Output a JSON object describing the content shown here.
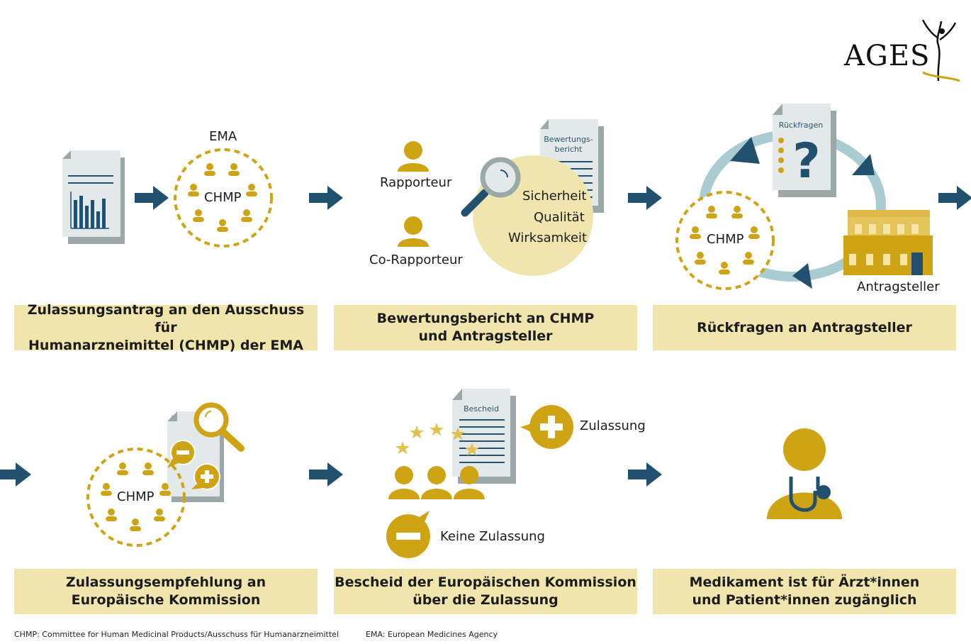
{
  "logo": {
    "text": "AGES"
  },
  "steps": [
    {
      "caption": "Zulassungsantrag an den Ausschuss für\nHumanarzneimittel (CHMP) der EMA",
      "labels": {
        "ema": "EMA",
        "chmp": "CHMP"
      }
    },
    {
      "caption": "Bewertungsbericht an CHMP\nund Antragsteller",
      "labels": {
        "rapporteur": "Rapporteur",
        "co_rapporteur": "Co-Rapporteur",
        "report_title": "Bewertungs-\nbericht",
        "criteria": [
          "Sicherheit",
          "Qualität",
          "Wirksamkeit"
        ]
      }
    },
    {
      "caption": "Rückfragen an Antragsteller",
      "labels": {
        "doc_title": "Rückfragen",
        "chmp": "CHMP",
        "applicant": "Antragsteller"
      }
    },
    {
      "caption": "Zulassungsempfehlung an\nEuropäische Kommission",
      "labels": {
        "chmp": "CHMP"
      }
    },
    {
      "caption": "Bescheid der Europäischen Kommission\nüber die Zulassung",
      "labels": {
        "doc_title": "Bescheid",
        "approval": "Zulassung",
        "no_approval": "Keine Zulassung"
      }
    },
    {
      "caption": "Medikament ist für Ärzt*innen\nund Patient*innen zugänglich",
      "labels": {}
    }
  ],
  "footnotes": {
    "chmp": "CHMP: Committee for Human Medicinal Products/Ausschuss für Humanarzneimittel",
    "ema": "EMA: European Medicines Agency"
  },
  "colors": {
    "gold": "#cfa414",
    "navy": "#22506f",
    "caption_bg": "#efe5ad",
    "doc_gray": "#9aa9a8",
    "doc_light": "#e3e9e8",
    "cycle": "#a8ccd2",
    "highlight_circle": "#efe5ad"
  },
  "icons": [
    "document-chart-icon",
    "arrow-right-icon",
    "committee-circle-icon",
    "person-icon",
    "magnifier-icon",
    "report-document-icon",
    "question-document-icon",
    "building-icon",
    "cycle-arrows-icon",
    "plus-bubble-icon",
    "minus-bubble-icon",
    "eu-stars-icon",
    "doctor-icon",
    "ages-logo-icon"
  ]
}
